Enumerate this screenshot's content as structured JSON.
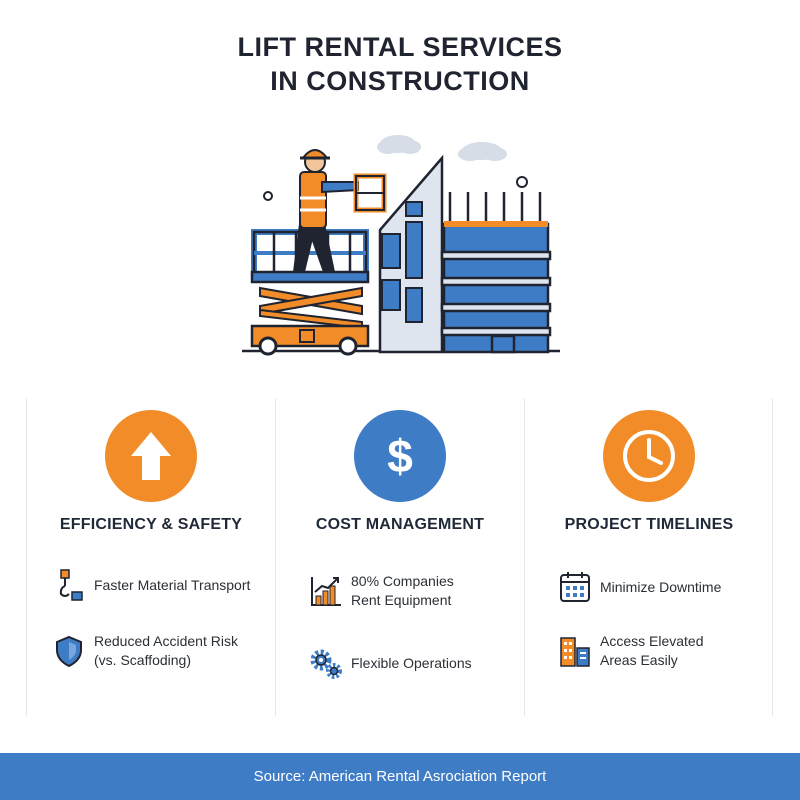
{
  "header": {
    "title_line1": "LIFT RENTAL SERVICES",
    "title_line2": "IN CONSTRUCTION"
  },
  "colors": {
    "orange": "#f28c28",
    "blue": "#3f7cc6",
    "dark": "#1f2430"
  },
  "columns": [
    {
      "title": "EFFICIENCY & SAFETY",
      "icon": "up-arrow-icon",
      "items": [
        {
          "icon": "crane-hook-icon",
          "line1": "Faster Material Transport",
          "line2": ""
        },
        {
          "icon": "shield-icon",
          "line1": "Reduced Accident Risk",
          "line2": "(vs. Scaffoding)"
        }
      ]
    },
    {
      "title": "COST MANAGEMENT",
      "icon": "dollar-icon",
      "items": [
        {
          "icon": "bar-chart-icon",
          "line1": "80% Companies",
          "line2": "Rent Equipment"
        },
        {
          "icon": "gears-icon",
          "line1": "Flexible Operations",
          "line2": ""
        }
      ]
    },
    {
      "title": "PROJECT TIMELINES",
      "icon": "clock-icon",
      "items": [
        {
          "icon": "calendar-icon",
          "line1": "Minimize Downtime",
          "line2": ""
        },
        {
          "icon": "buildings-icon",
          "line1": "Access Elevated",
          "line2": "Areas Easily"
        }
      ]
    }
  ],
  "footer": {
    "source": "Source: American Rental Asrociation Report"
  }
}
